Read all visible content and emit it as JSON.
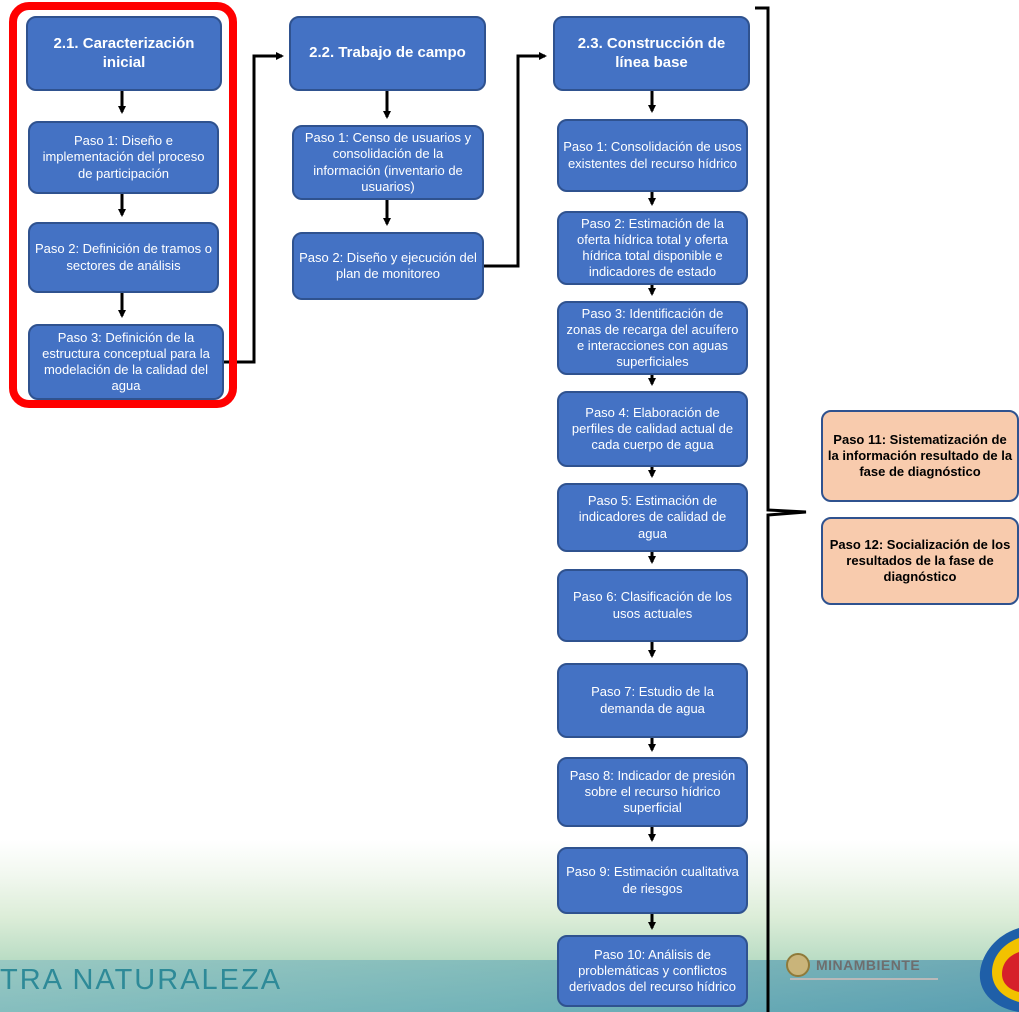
{
  "columns": [
    {
      "header": "2.1. Caracterización inicial",
      "steps": [
        "Paso 1: Diseño e implementación del proceso de participación",
        "Paso 2: Definición de tramos o sectores de análisis",
        "Paso 3: Definición de la estructura conceptual para la modelación de la calidad del agua"
      ]
    },
    {
      "header": "2.2. Trabajo de campo",
      "steps": [
        "Paso 1: Censo de usuarios  y consolidación de la información (inventario de usuarios)",
        "Paso 2: Diseño y ejecución del plan de monitoreo"
      ]
    },
    {
      "header": "2.3. Construcción  de línea base",
      "steps": [
        "Paso 1: Consolidación de usos existentes del recurso hídrico",
        "Paso 2: Estimación de la oferta hídrica total y oferta hídrica total disponible e indicadores de estado",
        "Paso 3: Identificación de zonas de recarga del acuífero e interacciones con aguas superficiales",
        "Paso 4: Elaboración de perfiles de calidad actual de cada cuerpo de agua",
        "Paso 5: Estimación de indicadores de calidad de agua",
        "Paso 6: Clasificación de los usos actuales",
        "Paso 7: Estudio de la demanda de agua",
        "Paso 8: Indicador de presión sobre el recurso hídrico superficial",
        "Paso 9: Estimación cualitativa  de riesgos",
        "Paso 10: Análisis de problemáticas y conflictos derivados del recurso hídrico"
      ]
    }
  ],
  "final_steps": [
    "Paso 11: Sistematización de la información resultado de la fase de diagnóstico",
    "Paso 12: Socialización de los resultados de la fase de diagnóstico"
  ],
  "footer": {
    "slogan": "TRA NATURALEZA",
    "ministry": "MINAMBIENTE"
  },
  "colors": {
    "box_fill": "#4472c4",
    "box_border": "#2f528f",
    "final_fill": "#f8cbad",
    "highlight": "#ff0000"
  }
}
